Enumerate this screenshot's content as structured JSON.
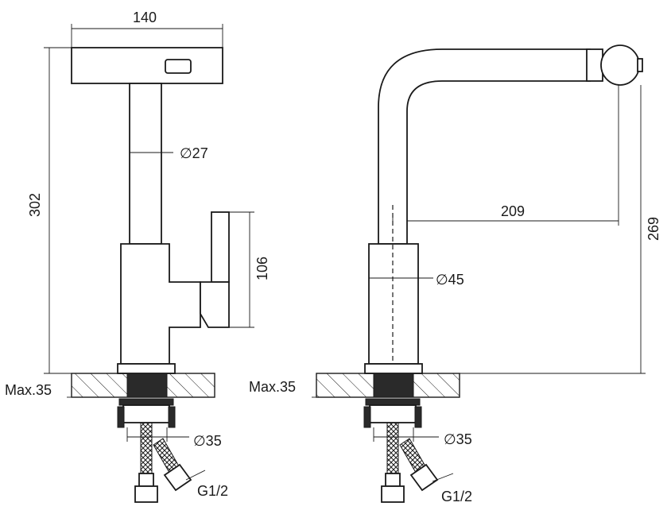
{
  "left_view": {
    "width_label": "140",
    "height_label": "302",
    "spout_diameter_label": "∅27",
    "lever_height_label": "106",
    "deck_label": "Max.35",
    "shank_diameter_label": "∅35",
    "thread_label": "G1/2"
  },
  "right_view": {
    "reach_label": "209",
    "height_label": "269",
    "body_diameter_label": "∅45",
    "deck_label": "Max.35",
    "shank_diameter_label": "∅35",
    "thread_label": "G1/2"
  }
}
